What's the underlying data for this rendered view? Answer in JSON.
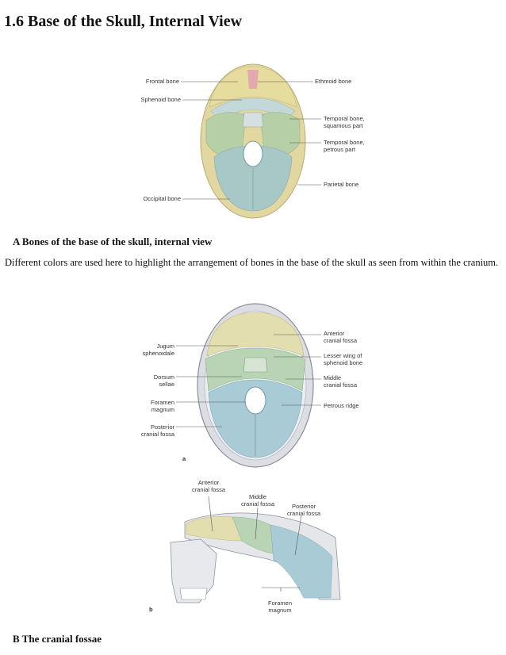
{
  "page": {
    "title": "1.6 Base of the Skull, Internal View"
  },
  "figureA": {
    "caption": "A Bones of the base of the skull, internal view",
    "labels": {
      "frontal": "Frontal bone",
      "sphenoid": "Sphenoid bone",
      "occipital": "Occipital bone",
      "ethmoid": "Ethmoid bone",
      "temporal_squamous_1": "Temporal bone,",
      "temporal_squamous_2": "squamous part",
      "temporal_petrous_1": "Temporal bone,",
      "temporal_petrous_2": "petrous part",
      "parietal": "Parietal bone"
    },
    "colors": {
      "frontal": "#e6dc9e",
      "sphenoid": "#c3d8d8",
      "temporal": "#b7cfa7",
      "occipital": "#a8c8c8",
      "parietal": "#e2d7a0",
      "ethmoid": "#e4a8b0"
    }
  },
  "paragraph": "Different colors are used here to highlight the arrangement of bones in the base of the skull as seen from within the cranium.",
  "figureB": {
    "caption": "B The cranial fossae",
    "a": {
      "letter": "a",
      "labels": {
        "jugum_1": "Jugum",
        "jugum_2": "sphenoidale",
        "dorsum_1": "Dorsum",
        "dorsum_2": "sellae",
        "foramen_1": "Foramen",
        "foramen_2": "magnum",
        "posterior_1": "Posterior",
        "posterior_2": "cranial fossa",
        "anterior_1": "Anterior",
        "anterior_2": "cranial fossa",
        "lesser_1": "Lesser wing of",
        "lesser_2": "sphenoid bone",
        "middle_1": "Middle",
        "middle_2": "cranial fossa",
        "petrous": "Petrous ridge"
      },
      "colors": {
        "anterior": "#e3deb0",
        "middle": "#b8d4b4",
        "posterior": "#a9cbd6"
      }
    },
    "b": {
      "letter": "b",
      "labels": {
        "anterior_1": "Anterior",
        "anterior_2": "cranial fossa",
        "middle_1": "Middle",
        "middle_2": "cranial fossa",
        "posterior_1": "Posterior",
        "posterior_2": "cranial fossa",
        "foramen_1": "Foramen",
        "foramen_2": "magnum"
      }
    }
  }
}
